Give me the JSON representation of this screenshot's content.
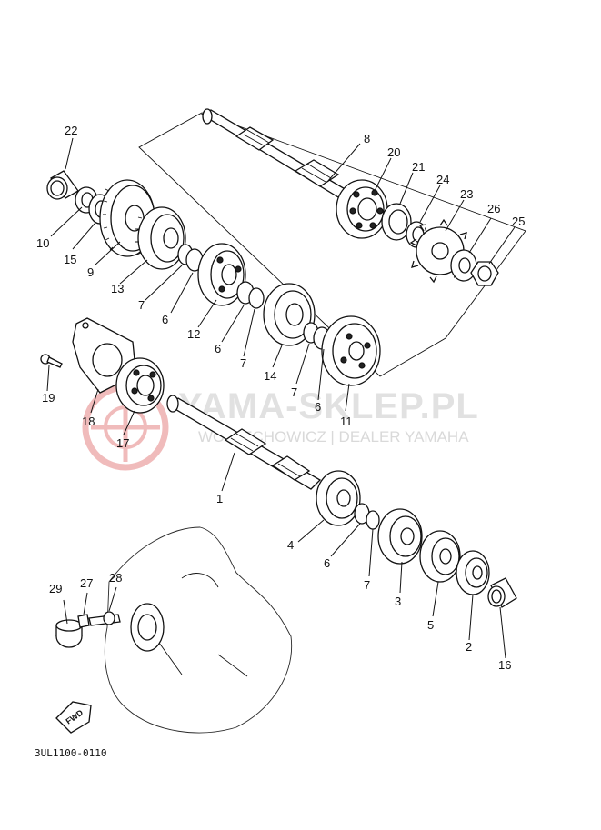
{
  "watermark": {
    "brand": "YAMA-SKLEP.PL",
    "subtitle": "WOJTECHOWICZ | DEALER YAMAHA",
    "logo_color": "#e06a6a"
  },
  "part_labels": [
    "1",
    "2",
    "3",
    "4",
    "5",
    "6",
    "7",
    "8",
    "9",
    "10",
    "11",
    "12",
    "13",
    "14",
    "15",
    "16",
    "17",
    "18",
    "19",
    "20",
    "21",
    "22",
    "23",
    "24",
    "25",
    "26",
    "27",
    "28",
    "29"
  ],
  "repeat_labels": {
    "six": "6",
    "seven": "7"
  },
  "fwd_label": "FWD",
  "drawing_code": "3UL1100-0110"
}
